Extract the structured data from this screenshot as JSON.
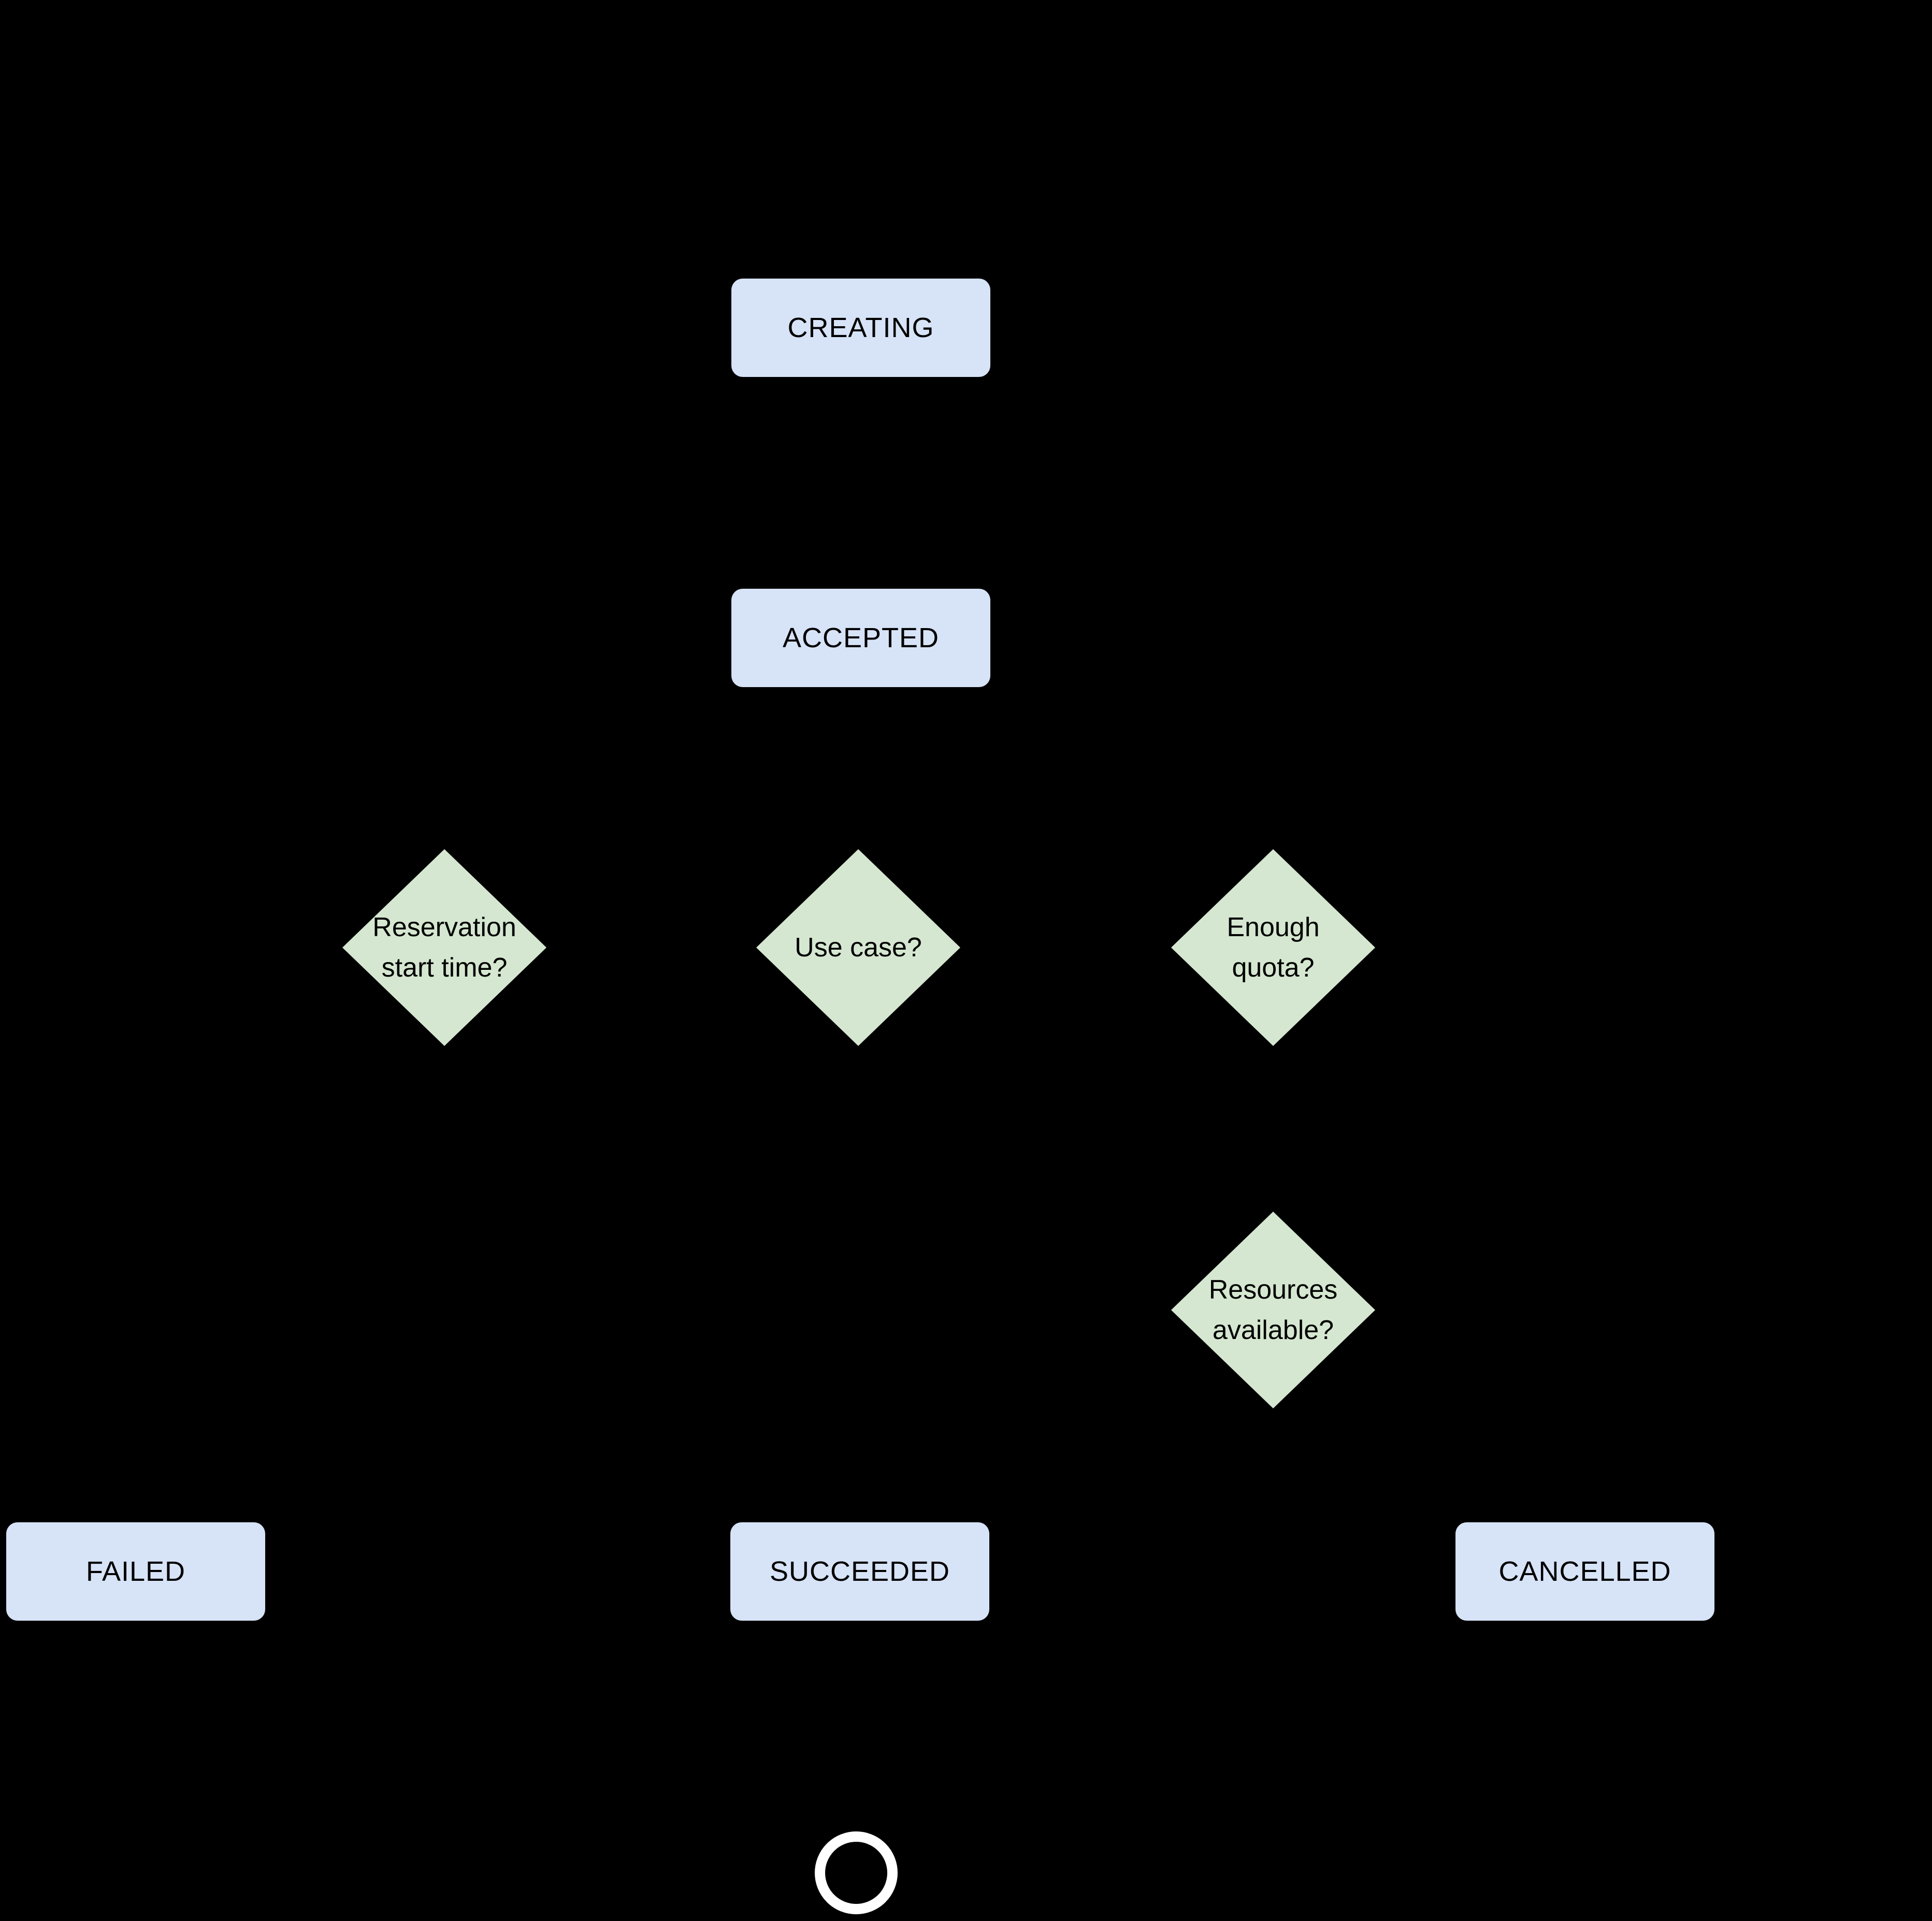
{
  "diagram": {
    "title": "state-lifecycle-flowchart",
    "colors": {
      "background": "#000000",
      "state_fill": "#d7e3f7",
      "decision_fill": "#d5e7d0",
      "text": "#000000",
      "end_ring": "#ffffff"
    },
    "states": {
      "creating": {
        "label": "CREATING"
      },
      "accepted": {
        "label": "ACCEPTED"
      },
      "failed": {
        "label": "FAILED"
      },
      "succeeded": {
        "label": "SUCCEEDED"
      },
      "cancelled": {
        "label": "CANCELLED"
      }
    },
    "decisions": {
      "reservation_start_time": {
        "lines": [
          "Reservation",
          "start time?"
        ]
      },
      "use_case": {
        "lines": [
          "Use case?"
        ]
      },
      "enough_quota": {
        "lines": [
          "Enough",
          "quota?"
        ]
      },
      "resources_available": {
        "lines": [
          "Resources",
          "available?"
        ]
      }
    },
    "end_node": {
      "shape": "circle-outline"
    }
  }
}
